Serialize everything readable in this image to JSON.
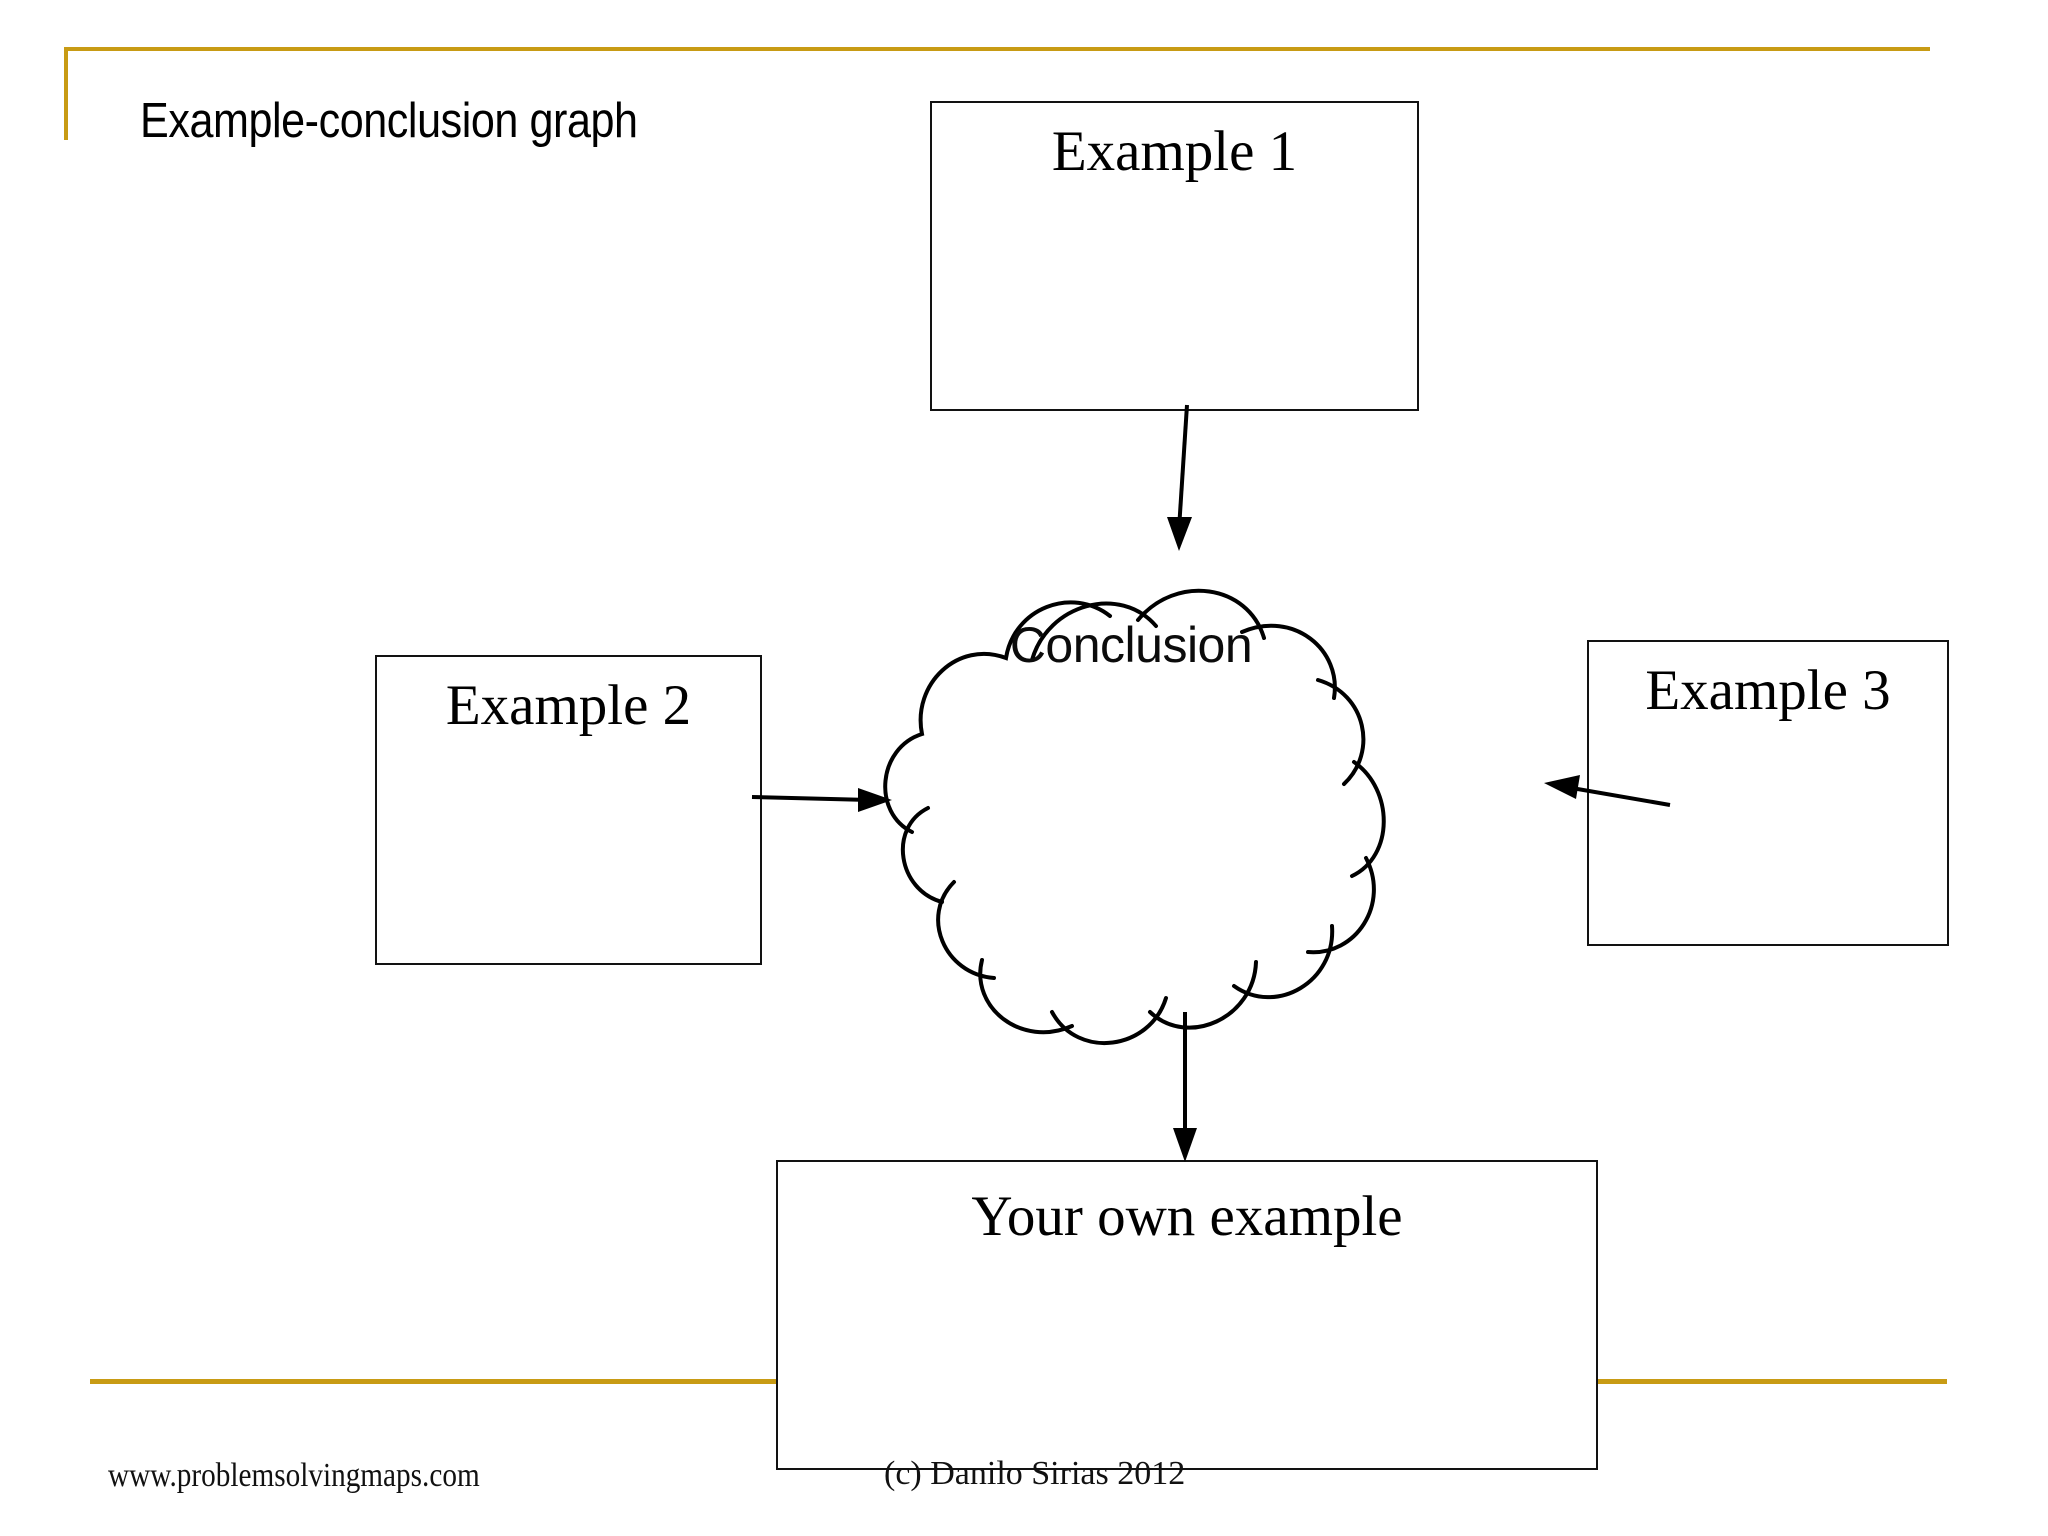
{
  "slide": {
    "title": "Example-conclusion graph",
    "accent_color": "#c89b14",
    "line_color": "#121212",
    "background": "#ffffff"
  },
  "diagram": {
    "type": "example-conclusion graph",
    "nodes": [
      {
        "id": "example1",
        "label": "Example 1",
        "shape": "rectangle"
      },
      {
        "id": "example2",
        "label": "Example 2",
        "shape": "rectangle"
      },
      {
        "id": "example3",
        "label": "Example 3",
        "shape": "rectangle"
      },
      {
        "id": "conclusion",
        "label": "Conclusion",
        "shape": "cloud"
      },
      {
        "id": "yourown",
        "label": "Your own example",
        "shape": "rectangle"
      }
    ],
    "edges": [
      {
        "from": "example1",
        "to": "conclusion",
        "direction": "down",
        "arrowhead": "end"
      },
      {
        "from": "example2",
        "to": "conclusion",
        "direction": "right",
        "arrowhead": "end"
      },
      {
        "from": "example3",
        "to": "conclusion",
        "direction": "left",
        "arrowhead": "end"
      },
      {
        "from": "conclusion",
        "to": "yourown",
        "direction": "down",
        "arrowhead": "end"
      }
    ]
  },
  "footer": {
    "url": "www.problemsolvingmaps.com",
    "copyright": "(c) Danilo Sirias 2012"
  }
}
